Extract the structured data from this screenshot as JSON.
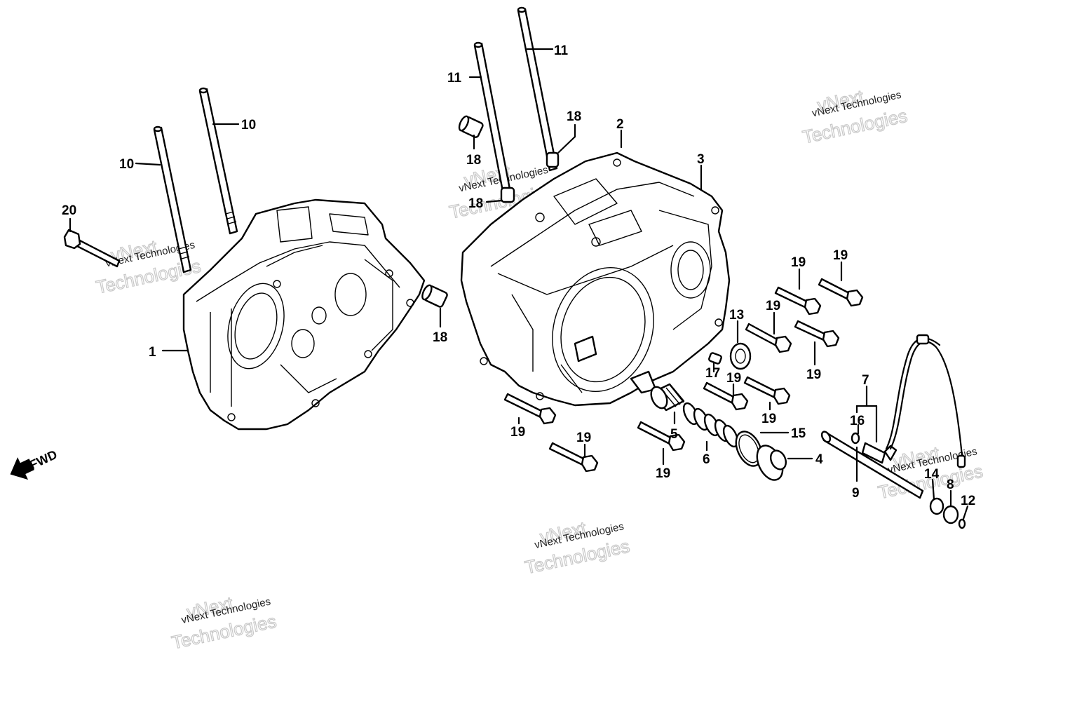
{
  "diagram": {
    "fwd_label": "FWD",
    "watermark": {
      "name": "vNext Technologies",
      "line1": "vNext",
      "line2": "Technologies"
    },
    "callouts": {
      "c1": "1",
      "c2": "2",
      "c3": "3",
      "c4": "4",
      "c5": "5",
      "c6": "6",
      "c7": "7",
      "c8": "8",
      "c9": "9",
      "c12": "12",
      "c13": "13",
      "c14": "14",
      "c15": "15",
      "c16": "16",
      "c17": "17",
      "c20": "20",
      "c10a": "10",
      "c10b": "10",
      "c11a": "11",
      "c11b": "11",
      "c18a": "18",
      "c18b": "18",
      "c18c": "18",
      "c18d": "18",
      "c19a": "19",
      "c19b": "19",
      "c19c": "19",
      "c19d": "19",
      "c19e": "19",
      "c19f": "19",
      "c19g": "19",
      "c19h": "19",
      "c19i": "19",
      "c19j": "19"
    }
  }
}
